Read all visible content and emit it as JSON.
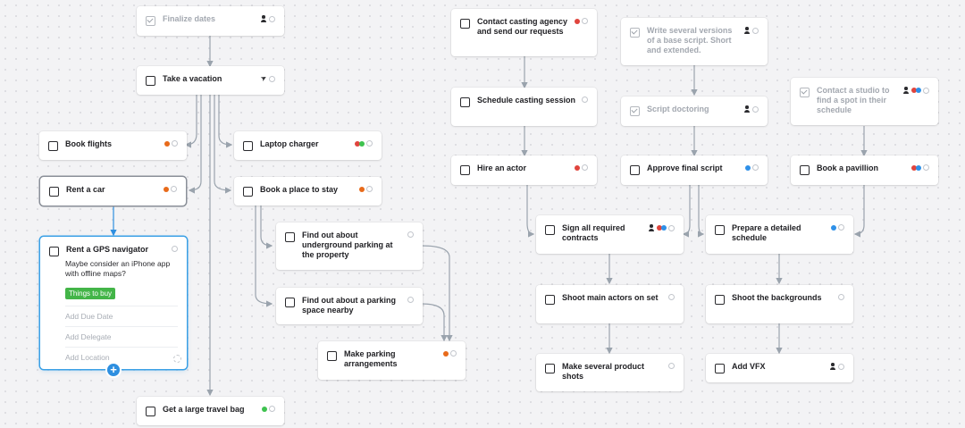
{
  "colors": {
    "red": "#e0443d",
    "orange": "#e86a1a",
    "green": "#3ec24f",
    "blue": "#2e90e8",
    "selected_border": "#3aa0e6",
    "tag_green": "#43b548"
  },
  "cards": {
    "finalize_dates": {
      "title": "Finalize dates",
      "done": true
    },
    "take_vacation": {
      "title": "Take a vacation"
    },
    "book_flights": {
      "title": "Book flights"
    },
    "laptop_charger": {
      "title": "Laptop charger"
    },
    "rent_car": {
      "title": "Rent a car"
    },
    "book_place": {
      "title": "Book a place to stay"
    },
    "gps": {
      "title": "Rent a GPS navigator",
      "note": "Maybe consider an iPhone app with offline maps?",
      "tag": "Things to buy",
      "fields": [
        "Add Due Date",
        "Add Delegate",
        "Add Location"
      ]
    },
    "underground_parking": {
      "title": "Find out about underground parking at the property"
    },
    "parking_nearby": {
      "title": "Find out about a parking space nearby"
    },
    "make_parking": {
      "title": "Make parking arrangements"
    },
    "travel_bag": {
      "title": "Get a large travel bag"
    },
    "contact_casting": {
      "title": "Contact casting agency and send our requests"
    },
    "schedule_casting": {
      "title": "Schedule casting session"
    },
    "hire_actor": {
      "title": "Hire an actor"
    },
    "write_scripts": {
      "title": "Write several versions of a base script. Short and extended.",
      "done": true
    },
    "script_doctoring": {
      "title": "Script doctoring",
      "done": true
    },
    "approve_script": {
      "title": "Approve final script"
    },
    "contact_studio": {
      "title": "Contact a studio to find a spot in their schedule",
      "done": true
    },
    "book_pavillion": {
      "title": "Book a pavillion"
    },
    "sign_contracts": {
      "title": "Sign all required contracts"
    },
    "prepare_schedule": {
      "title": "Prepare a detailed schedule"
    },
    "shoot_actors": {
      "title": "Shoot main actors on set"
    },
    "shoot_backgrounds": {
      "title": "Shoot the backgrounds"
    },
    "product_shots": {
      "title": "Make several product shots"
    },
    "add_vfx": {
      "title": "Add VFX"
    }
  }
}
